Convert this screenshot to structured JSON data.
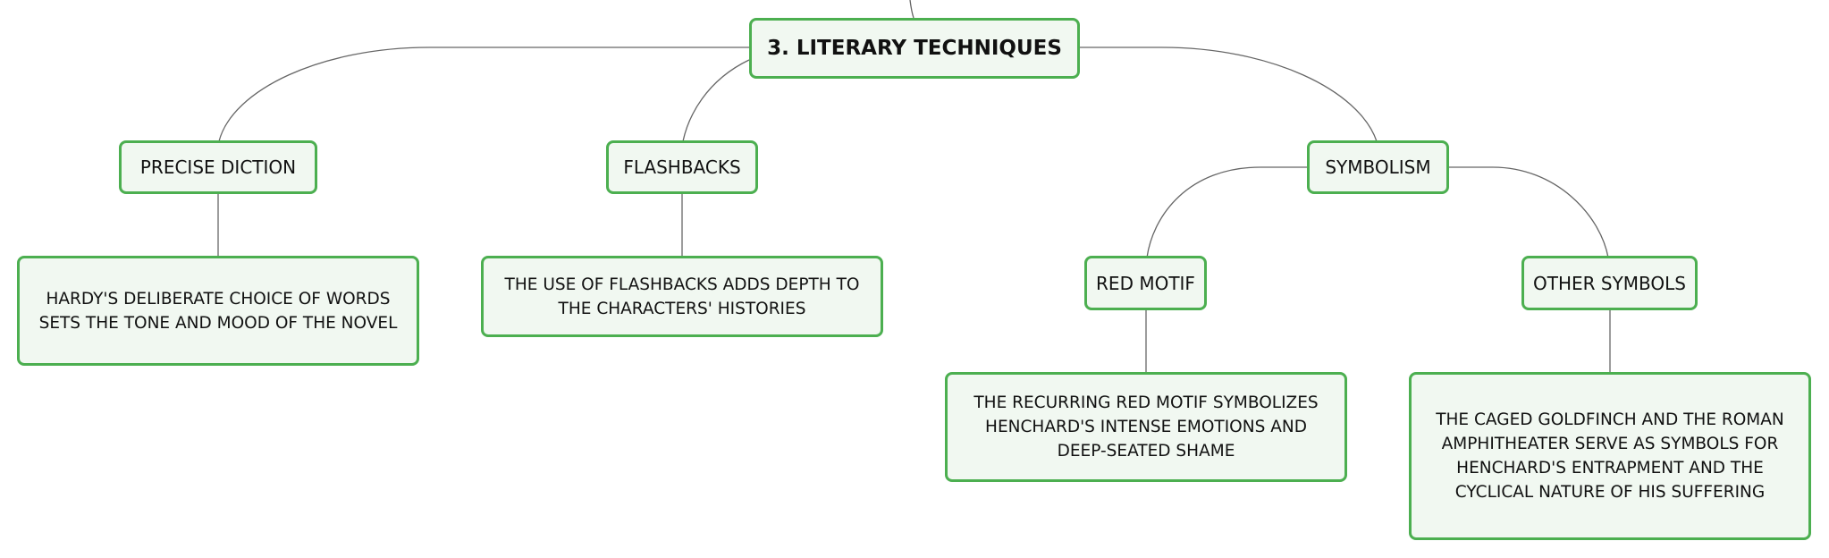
{
  "colors": {
    "node_border": "#4caf50",
    "node_fill": "#f1f8f1",
    "connector": "#666666"
  },
  "root": {
    "label": "3. LITERARY TECHNIQUES"
  },
  "branches": [
    {
      "label": "PRECISE DICTION",
      "detail": "HARDY'S DELIBERATE CHOICE OF WORDS SETS THE TONE AND MOOD OF THE NOVEL"
    },
    {
      "label": "FLASHBACKS",
      "detail": "THE USE OF FLASHBACKS ADDS DEPTH TO THE CHARACTERS' HISTORIES"
    },
    {
      "label": "SYMBOLISM",
      "children": [
        {
          "label": "RED MOTIF",
          "detail": "THE RECURRING RED MOTIF SYMBOLIZES HENCHARD'S INTENSE EMOTIONS AND DEEP-SEATED SHAME"
        },
        {
          "label": "OTHER SYMBOLS",
          "detail": "THE CAGED GOLDFINCH AND THE ROMAN AMPHITHEATER SERVE AS SYMBOLS FOR HENCHARD'S ENTRAPMENT AND THE CYCLICAL NATURE OF HIS SUFFERING"
        }
      ]
    }
  ]
}
